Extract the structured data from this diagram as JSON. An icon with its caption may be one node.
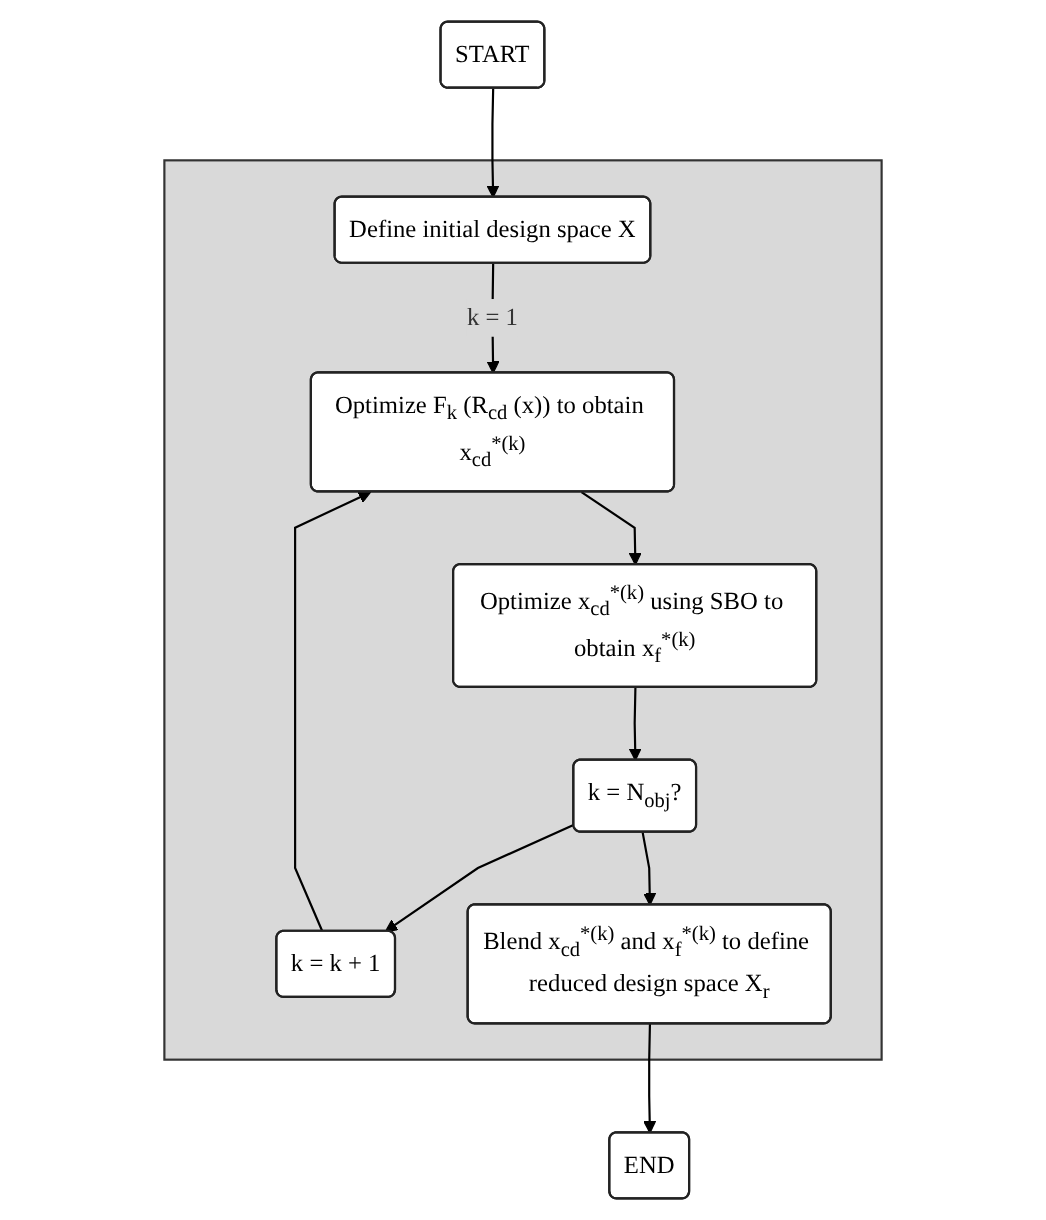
{
  "diagram": {
    "nodes": [
      {
        "text": [
          "START"
        ]
      },
      {
        "text": [],
        "shape": "box"
      },
      {
        "text": [
          "Define initial design space X"
        ],
        "in": 1
      },
      {
        "text": [
          "Optimize F$_{k}$ (R$_{cd}$ (x)) to obtain x$_{cd}$$^{*(k)}$"
        ],
        "in": 1
      },
      {
        "text": [
          "Optimize x$_{cd}$$^{*(k)}$ using SBO to obtain x$_{f}$$^{*(k)}$"
        ],
        "in": 1
      },
      {
        "text": [
          "k = N$_{obj}$?"
        ],
        "in": 1
      },
      {
        "text": [
          "k = k + 1"
        ],
        "in": 1
      },
      {
        "text": [
          "Blend x$_{cd}$$^{*(k)}$ and x$_{f}$$^{*(k)}$ to define reduced design space X$_{r}$"
        ],
        "in": 1
      },
      {
        "text": [
          "END"
        ]
      }
    ],
    "edges": [
      {
        "from": 0,
        "to": 2,
        "arrow": "to"
      },
      {
        "from": 2,
        "to": 3,
        "arrow": "to",
        "label": "k = 1"
      },
      {
        "from": 3,
        "to": 4,
        "arrow": "to"
      },
      {
        "from": 4,
        "to": 5,
        "arrow": "to"
      },
      {
        "from": 5,
        "to": 6,
        "arrow": "to"
      },
      {
        "from": 6,
        "to": 3,
        "arrow": "to"
      },
      {
        "from": 5,
        "to": 7,
        "arrow": "to"
      },
      {
        "from": 7,
        "to": 8,
        "arrow": "to"
      }
    ]
  }
}
